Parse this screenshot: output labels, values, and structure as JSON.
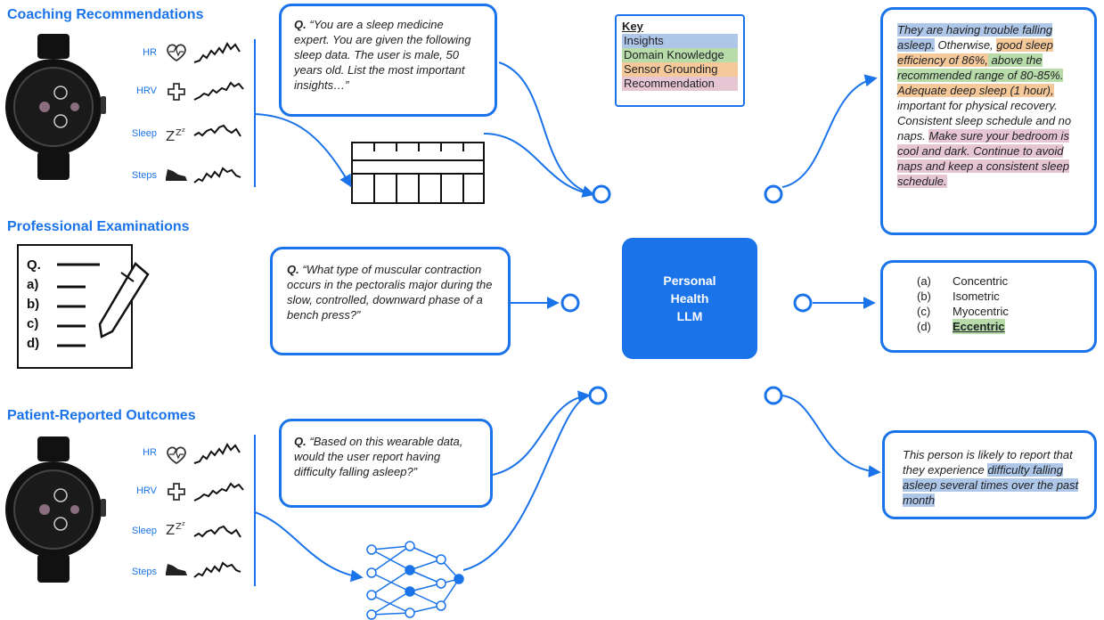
{
  "sections": {
    "coaching": "Coaching Recommendations",
    "exams": "Professional Examinations",
    "outcomes": "Patient-Reported Outcomes"
  },
  "signals": [
    "HR",
    "HRV",
    "Sleep",
    "Steps"
  ],
  "prompts": {
    "coaching_q": "Q.",
    "coaching_text": "“You are a sleep medicine expert. You are given the following sleep data. The user is male, 50 years old.  List the most important insights…”",
    "exam_q": "Q.",
    "exam_text": "“What type of muscular contraction occurs in the pectoralis major during the slow, controlled, downward phase of a bench press?”",
    "outcome_q": "Q.",
    "outcome_text": "“Based on this wearable data, would the user report having difficulty falling asleep?”"
  },
  "key": {
    "title": "Key",
    "items": [
      "Insights",
      "Domain Knowledge",
      "Sensor Grounding",
      "Recommendation"
    ]
  },
  "center": {
    "line1": "Personal",
    "line2": "Health",
    "line3": "LLM"
  },
  "coaching_response": {
    "s1": "They are having trouble falling asleep.",
    "s2": " Otherwise, ",
    "s3": "good sleep efficiency of 86%,",
    "s4": " above the recommended range of 80-85%.",
    "s5": " ",
    "s6": "Adequate deep sleep (1 hour),",
    "s7": " important for physical recovery. Consistent sleep schedule and no naps.",
    "s8": "Make sure your bedroom is cool and dark. Continue to avoid naps and keep a consistent sleep schedule."
  },
  "exam_answers": [
    {
      "letter": "(a)",
      "text": "Concentric"
    },
    {
      "letter": "(b)",
      "text": "Isometric"
    },
    {
      "letter": "(c)",
      "text": "Myocentric"
    },
    {
      "letter": "(d)",
      "text": "Eccentric"
    }
  ],
  "outcome_response": {
    "s1": "This person is likely to report that they experience ",
    "s2": "difficulty falling asleep several times over the past month"
  },
  "exam_icon": {
    "q": "Q.",
    "a": "a)",
    "b": "b)",
    "c": "c)",
    "d": "d)"
  },
  "colors": {
    "accent": "#1a73e8",
    "insights": "#aec6e8",
    "domain": "#b7dcaa",
    "sensor": "#f6c99b",
    "recommendation": "#e6c6d2"
  }
}
